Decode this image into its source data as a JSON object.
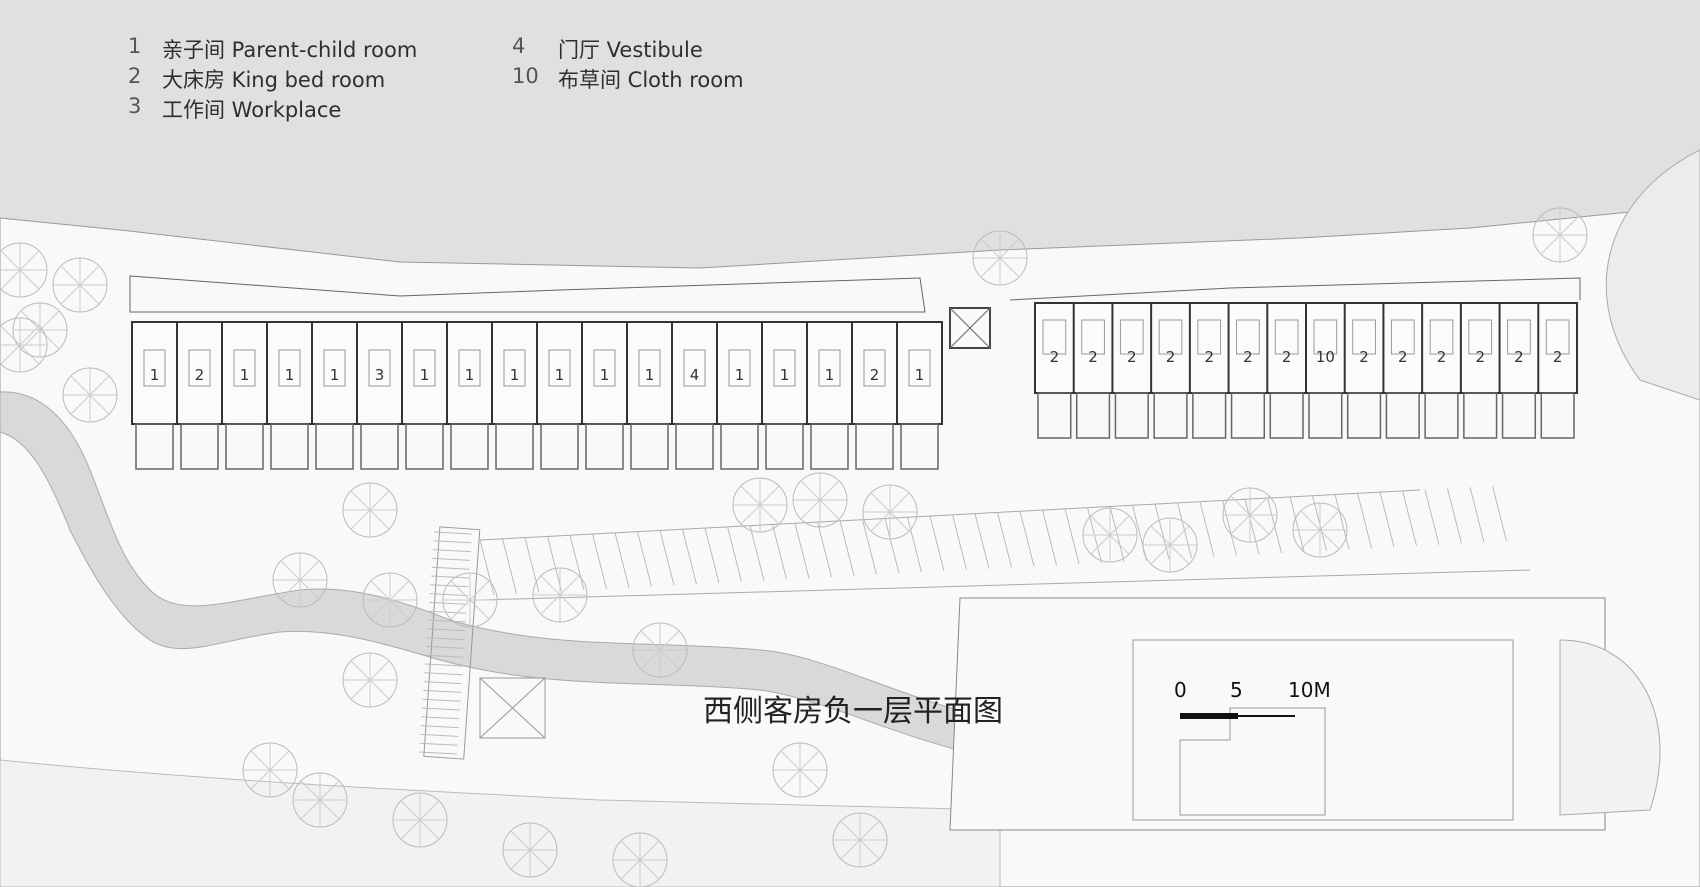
{
  "legend": {
    "items": [
      {
        "num": "1",
        "label": "亲子间 Parent-child room"
      },
      {
        "num": "4",
        "label": "门厅 Vestibule"
      },
      {
        "num": "2",
        "label": "大床房 King bed room"
      },
      {
        "num": "10",
        "label": "布草间 Cloth room"
      },
      {
        "num": "3",
        "label": "工作间 Workplace"
      }
    ]
  },
  "plan_title": "西侧客房负一层平面图",
  "scale_bar": {
    "labels": [
      "0",
      "5",
      "10M"
    ]
  },
  "west_block_rooms": [
    "1",
    "2",
    "1",
    "1",
    "1",
    "3",
    "1",
    "1",
    "1",
    "1",
    "1",
    "1",
    "4",
    "1",
    "1",
    "1",
    "2",
    "1"
  ],
  "east_block_rooms": [
    "2",
    "2",
    "2",
    "2",
    "2",
    "2",
    "2",
    "10",
    "2",
    "2",
    "2",
    "2",
    "2",
    "2"
  ],
  "colors": {
    "outside": "#e0e0e0",
    "site": "#f8f8f8",
    "path": "#d8d8d8",
    "wall": "#333333"
  }
}
